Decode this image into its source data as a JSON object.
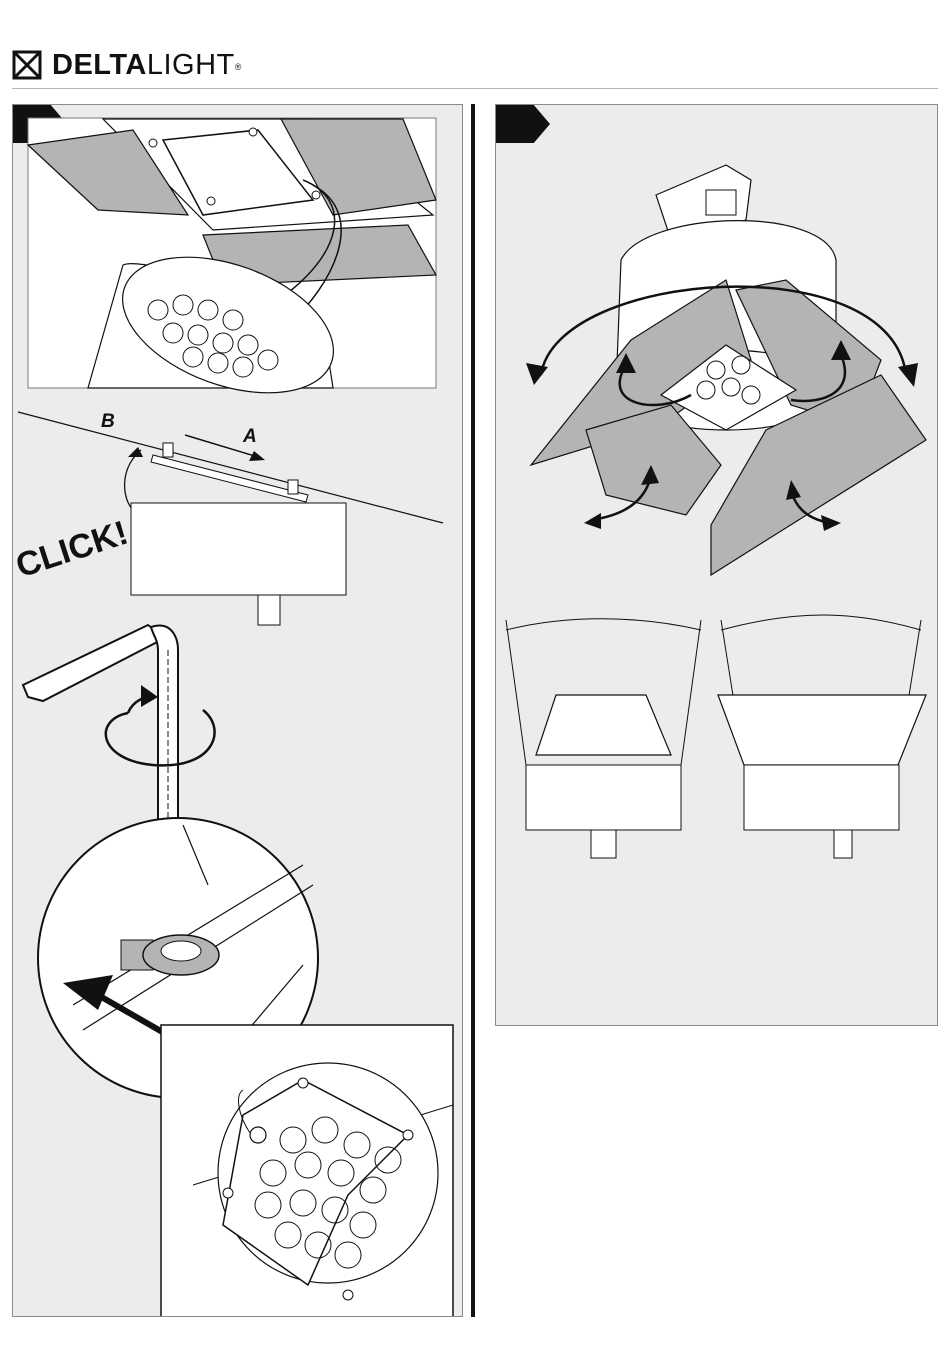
{
  "brand": {
    "name_bold": "DELTA",
    "name_light": "LIGHT",
    "registered": "®"
  },
  "labels": {
    "a": "A",
    "b": "B",
    "click": "CLICK!"
  },
  "colors": {
    "panel_bg": "#ececec",
    "flap_fill": "#b4b4b4",
    "line": "#111111"
  },
  "icons": [
    "deltalight-logo-icon",
    "rotate-arrow-icon",
    "push-arrow-icon",
    "allen-key-icon"
  ]
}
